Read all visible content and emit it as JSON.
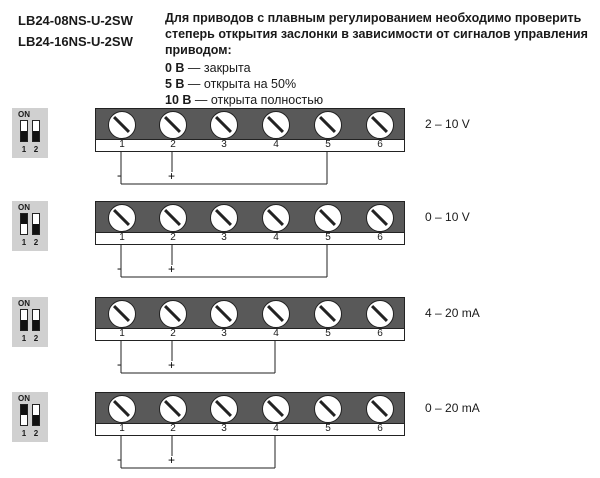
{
  "header": {
    "models": [
      "LB24-08NS-U-2SW",
      "LB24-16NS-U-2SW"
    ],
    "intro": "Для приводов с плавным регулированием необходимо проверить степерь открытия заслонки в зависимости от сигналов управления приводом:",
    "states": [
      {
        "value": "0 В",
        "text": " — закрыта"
      },
      {
        "value": "5 В",
        "text": " — открыта на 50%"
      },
      {
        "value": "10 В",
        "text": " — открыта полностью"
      }
    ]
  },
  "dip_labels": {
    "on": "ON",
    "sw1": "1",
    "sw2": "2"
  },
  "terminal_numbers": [
    "1",
    "2",
    "3",
    "4",
    "5",
    "6"
  ],
  "polarity": {
    "minus": "-",
    "plus": "+"
  },
  "configs": [
    {
      "signal": "2 – 10 V",
      "switch1": "down",
      "switch2": "down",
      "return_terminal": 5
    },
    {
      "signal": "0 – 10 V",
      "switch1": "up",
      "switch2": "down",
      "return_terminal": 5
    },
    {
      "signal": "4 – 20 mA",
      "switch1": "down",
      "switch2": "down",
      "return_terminal": 4
    },
    {
      "signal": "0 – 20 mA",
      "switch1": "up",
      "switch2": "down",
      "return_terminal": 4
    }
  ],
  "colors": {
    "terminal_block": "#595959",
    "dip_background": "#d0d0d0"
  }
}
